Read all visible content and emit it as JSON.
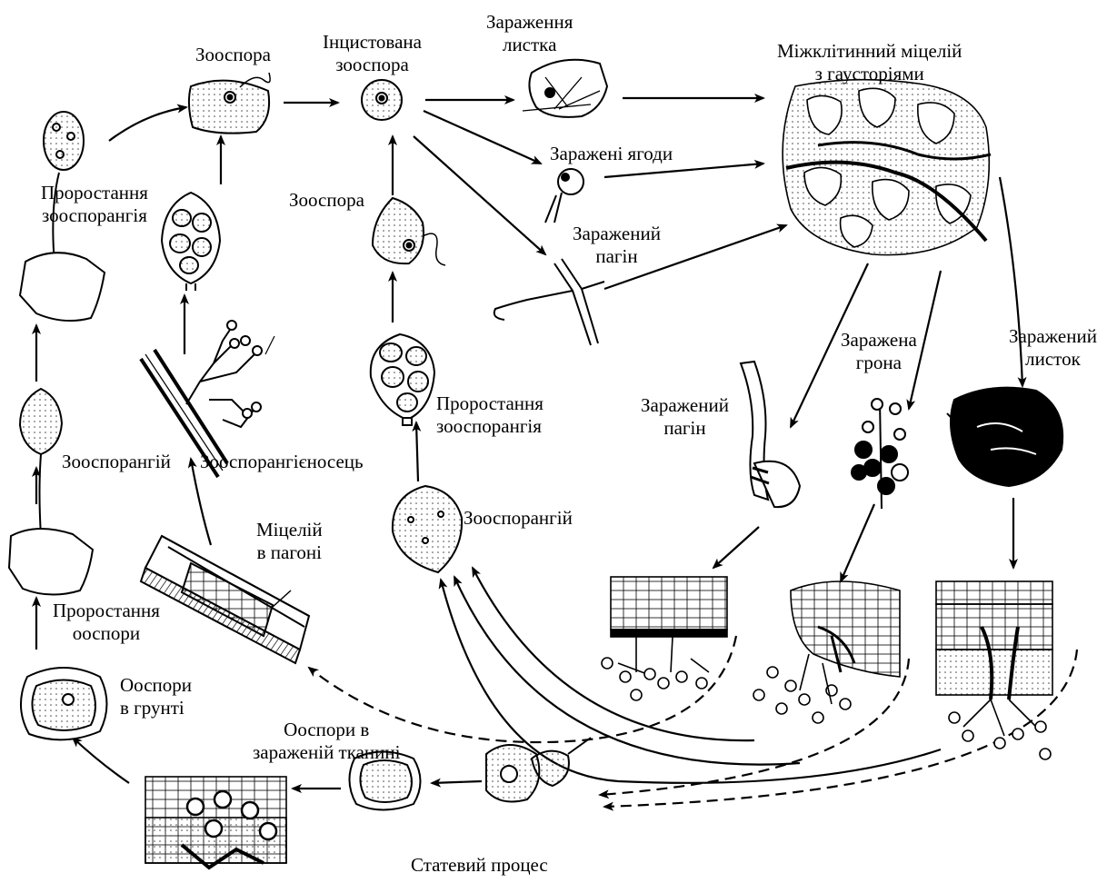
{
  "labels": {
    "zoospore_top": "Зооспора",
    "encysted_zoospore": "Інцистована\nзооспора",
    "leaf_infection": "Зараження\nлистка",
    "intercellular_mycelium": "Міжклітинний міцелій\nз гаусторіями",
    "infected_berries": "Заражені ягоди",
    "infected_shoot_top": "Заражений\nпагін",
    "zoosporangium_germination_left": "Проростання\nзооспорангія",
    "zoospore_mid": "Зооспора",
    "zoosporangium_germination_mid": "Проростання\nзооспорангія",
    "infected_shoot_right": "Заражений\nпагін",
    "infected_cluster": "Заражена\nгрона",
    "infected_leaf": "Заражений\nлисток",
    "zoosporangium_left": "Зооспорангій",
    "sporangiophore": "Зооспорангієносець",
    "zoosporangium_mid": "Зооспорангій",
    "mycelium_in_shoot": "Міцелій\nв пагоні",
    "oospore_germination": "Проростання\nооспори",
    "oospores_in_soil": "Ооспори\nв грунті",
    "oospores_in_tissue": "Ооспори в\nзараженій тканині",
    "sexual_process": "Статевий процес"
  },
  "colors": {
    "ink": "#000000",
    "paper": "#ffffff",
    "stipple": "#555555"
  }
}
